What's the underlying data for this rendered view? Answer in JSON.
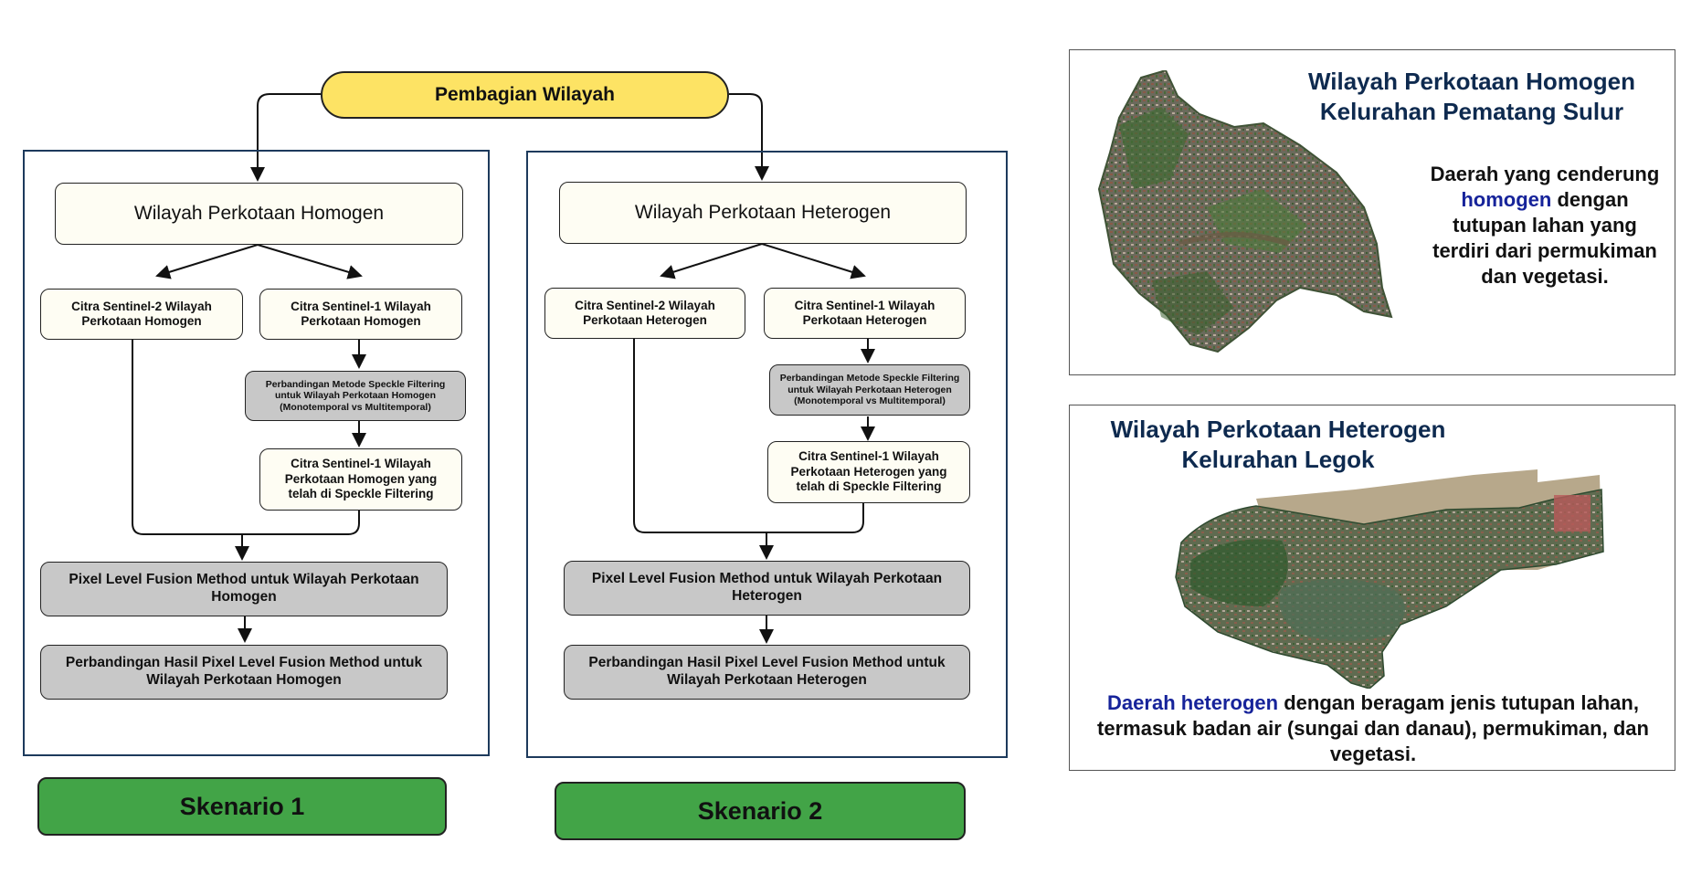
{
  "root": {
    "label": "Pembagian Wilayah"
  },
  "scenario1": {
    "main": "Wilayah Perkotaan Homogen",
    "s2": "Citra Sentinel-2 Wilayah Perkotaan Homogen",
    "s1": "Citra Sentinel-1 Wilayah Perkotaan Homogen",
    "speckle": "Perbandingan Metode Speckle Filtering untuk Wilayah Perkotaan Homogen (Monotemporal vs Multitemporal)",
    "filtered": "Citra Sentinel-1 Wilayah Perkotaan Homogen yang telah di Speckle Filtering",
    "fusion": "Pixel Level Fusion Method untuk Wilayah Perkotaan Homogen",
    "compare": "Perbandingan Hasil Pixel Level Fusion Method untuk Wilayah Perkotaan Homogen",
    "label": "Skenario 1"
  },
  "scenario2": {
    "main": "Wilayah Perkotaan Heterogen",
    "s2": "Citra Sentinel-2 Wilayah Perkotaan Heterogen",
    "s1": "Citra Sentinel-1 Wilayah Perkotaan Heterogen",
    "speckle": "Perbandingan Metode Speckle Filtering untuk Wilayah Perkotaan Heterogen (Monotemporal vs Multitemporal)",
    "filtered": "Citra Sentinel-1 Wilayah Perkotaan Heterogen yang telah di Speckle Filtering",
    "fusion": "Pixel Level Fusion Method untuk Wilayah Perkotaan Heterogen",
    "compare": "Perbandingan Hasil Pixel Level Fusion Method untuk Wilayah Perkotaan Heterogen",
    "label": "Skenario 2"
  },
  "panel_homogen": {
    "title_line1": "Wilayah Perkotaan Homogen",
    "title_line2": "Kelurahan Pematang Sulur",
    "desc_part1": "Daerah yang cenderung ",
    "desc_highlight": "homogen",
    "desc_part2": " dengan tutupan lahan yang terdiri dari permukiman dan vegetasi."
  },
  "panel_heterogen": {
    "title_line1": "Wilayah Perkotaan Heterogen",
    "title_line2": "Kelurahan Legok",
    "desc_highlight": "Daerah heterogen",
    "desc_part2": " dengan beragam jenis tutupan lahan, termasuk badan air (sungai dan danau), permukiman, dan vegetasi."
  },
  "colors": {
    "root_fill": "#fde364",
    "scenario_fill": "#42a447",
    "frame_border": "#1d3a5c",
    "process_fill": "#c8c8c8",
    "input_fill": "#fefdf3",
    "title_text": "#0e2a4f",
    "highlight_text": "#16239a"
  }
}
